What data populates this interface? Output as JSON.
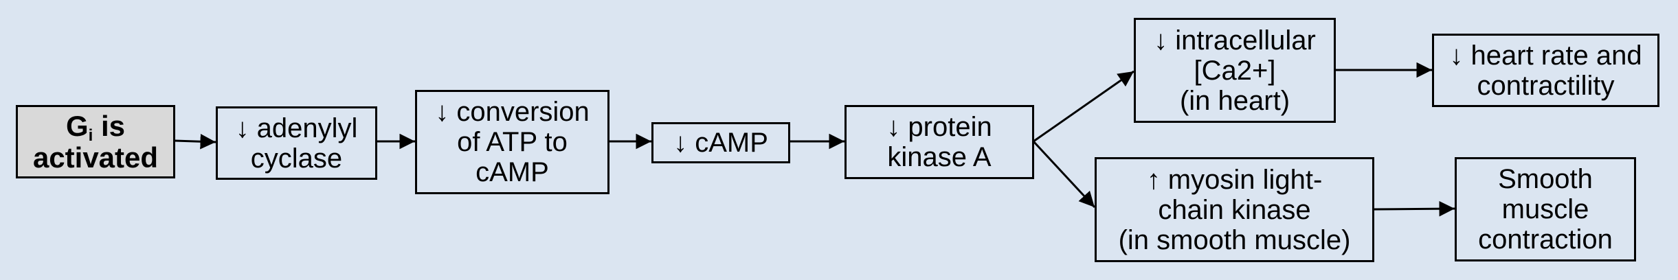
{
  "start": {
    "letter": "G",
    "subscript": "i",
    "line1_rest": " is",
    "line2": "activated"
  },
  "steps": [
    "↓ adenylyl\ncyclase",
    "↓ conversion\nof ATP to\ncAMP",
    "↓ cAMP",
    "↓ protein\nkinase A"
  ],
  "heart_branch": [
    "↓ intracellular\n[Ca2+]\n(in heart)",
    "↓ heart rate and\ncontractility"
  ],
  "smooth_muscle_branch": [
    "↑ myosin light-\nchain kinase\n(in smooth muscle)",
    "Smooth\nmuscle\ncontraction"
  ],
  "colors": {
    "background": "#dbe5f1",
    "start_fill": "#d9d9d9",
    "box_fill": "#dbe5f1",
    "stroke": "#000000"
  }
}
